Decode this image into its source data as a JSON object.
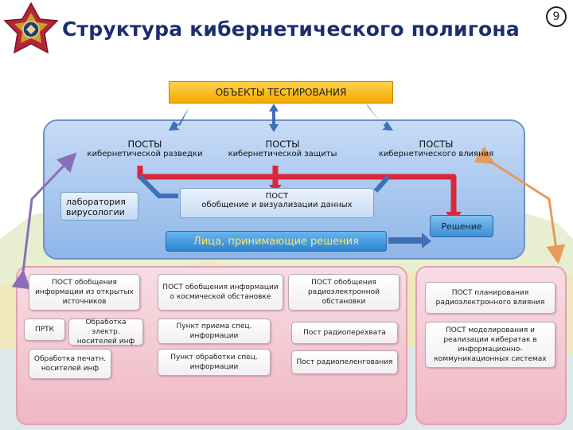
{
  "slide": {
    "title": "Структура кибернетического полигона",
    "page_number": "9"
  },
  "top": {
    "objects_label": "ОБЪЕКТЫ ТЕСТИРОВАНИЯ",
    "posts": [
      {
        "head": "ПОСТЫ",
        "sub": "кибернетической разведки"
      },
      {
        "head": "ПОСТЫ",
        "sub": "кибернетической защиты"
      },
      {
        "head": "ПОСТЫ",
        "sub": "кибернетического влияния"
      }
    ],
    "lab_label": "лаборатория вирусологии",
    "post_summary_head": "ПОСТ",
    "post_summary_sub": "обобщение и визуализации данных",
    "decision_label": "Решение",
    "decision_makers_label": "Лица, принимающие решения"
  },
  "bottom": {
    "col1": {
      "post": "ПОСТ обобщения информации из открытых источников",
      "prtk": "ПРТК",
      "electronic": "Обработка электр. носителей инф",
      "print": "Обработка печатн. носителей инф"
    },
    "col2": {
      "post": "ПОСТ обобщения информации о космической обстановке",
      "receive": "Пункт приема спец. информации",
      "process": "Пункт обработки спец. информации"
    },
    "col3": {
      "post": "ПОСТ обобщения радиоэлектронной обстановки",
      "intercept": "Пост радиоперехвата",
      "direction": "Пост радиопеленгования"
    },
    "col4": {
      "planning": "ПОСТ планирования радиоэлектронного влияния",
      "modeling": "ПОСТ моделирования и реализации кибератак в информационно-коммуникационных системах"
    }
  },
  "colors": {
    "title": "#1b2e6e",
    "objects_bg": "#f2a900",
    "top_panel": "#a9c8ef",
    "bottom_panel": "#f3c6d1",
    "arrow_red": "#d8283a",
    "arrow_blue": "#3f6fb6",
    "arrow_purple": "#8a6fb8",
    "arrow_orange": "#e89a5a"
  }
}
